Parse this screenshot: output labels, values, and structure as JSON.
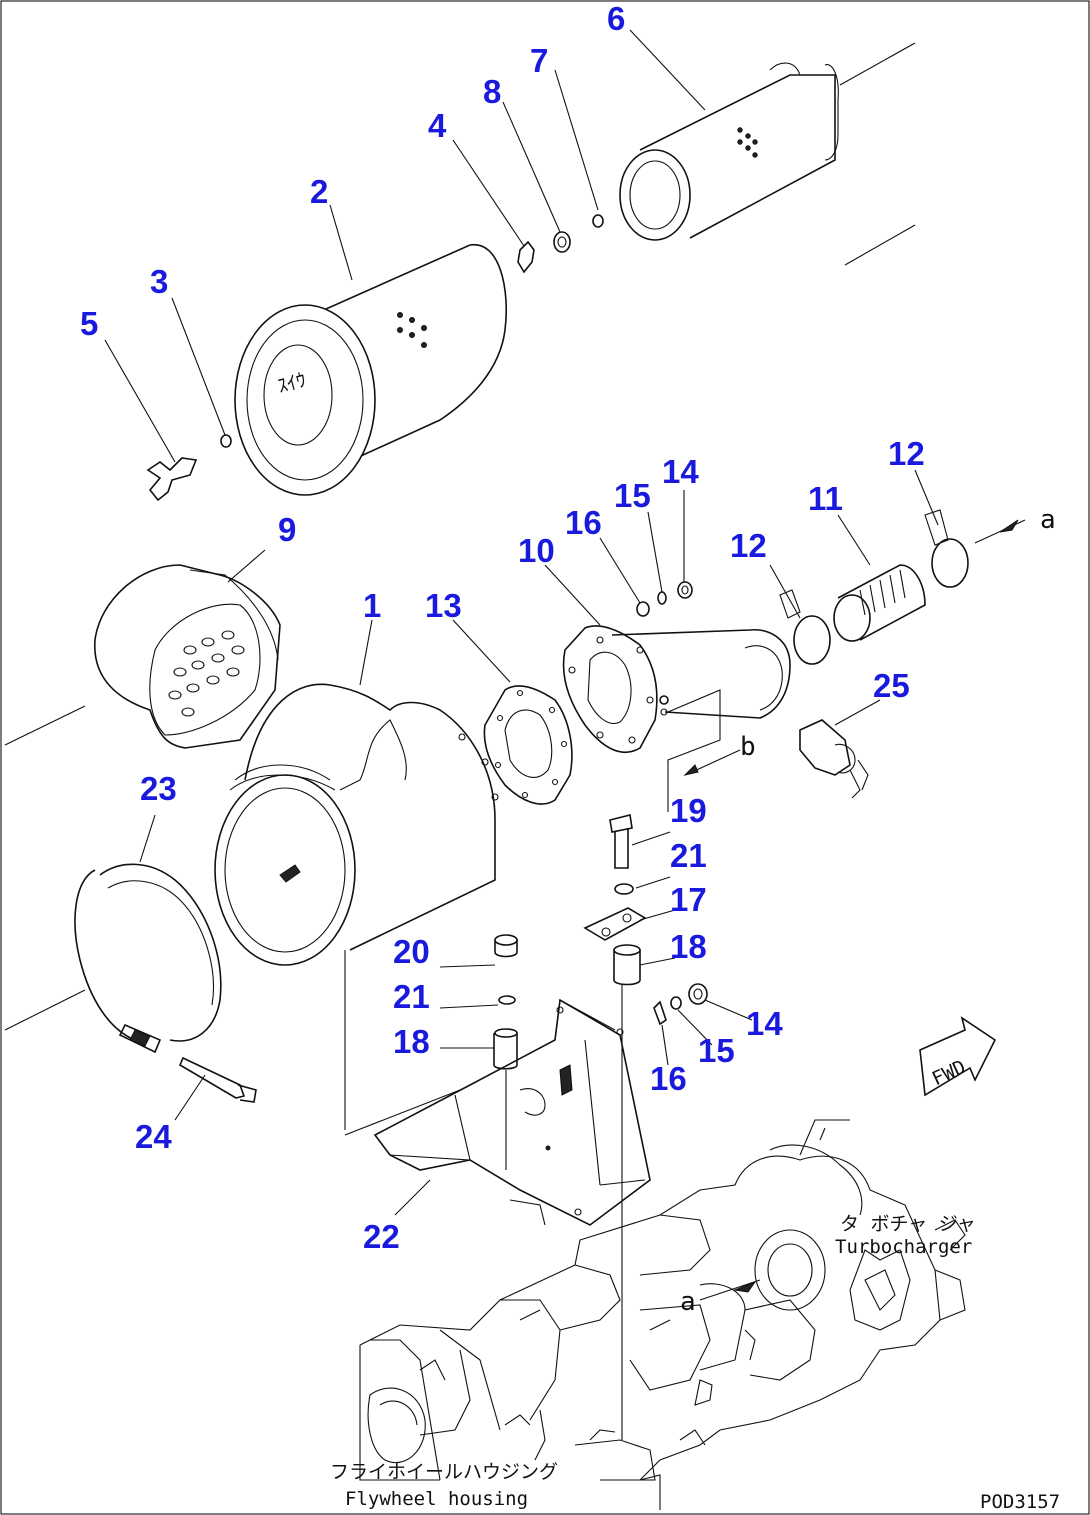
{
  "callouts": {
    "c1": "1",
    "c2": "2",
    "c3": "3",
    "c4": "4",
    "c5": "5",
    "c6": "6",
    "c7": "7",
    "c8": "8",
    "c9": "9",
    "c10": "10",
    "c11": "11",
    "c12a": "12",
    "c12b": "12",
    "c13": "13",
    "c14a": "14",
    "c14b": "14",
    "c15a": "15",
    "c15b": "15",
    "c16a": "16",
    "c16b": "16",
    "c17": "17",
    "c18a": "18",
    "c18b": "18",
    "c19": "19",
    "c20": "20",
    "c21a": "21",
    "c21b": "21",
    "c22": "22",
    "c23": "23",
    "c24": "24",
    "c25": "25"
  },
  "markers": {
    "a_top": "a",
    "a_bottom": "a",
    "b": "b"
  },
  "labels": {
    "turbo_jp": "タ ボチャ ジャ",
    "turbo_en": "Turbocharger",
    "flywheel_jp": "フライホイールハウジング",
    "flywheel_en": "Flywheel housing",
    "fwd": "FWD",
    "drawing_no": "POD3157"
  },
  "colors": {
    "callout": "#1a1adf",
    "line": "#111111"
  }
}
